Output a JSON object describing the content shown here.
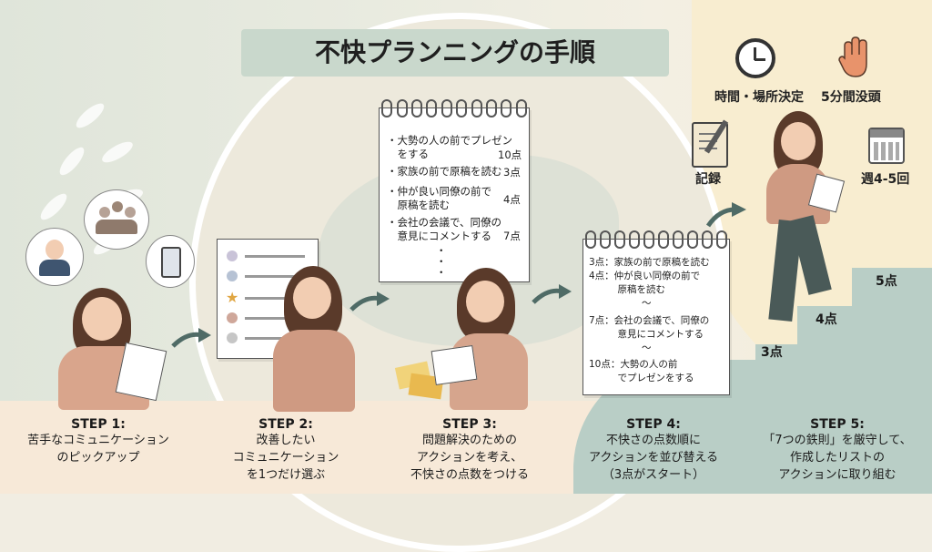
{
  "title": "不快プランニングの手順",
  "steps": [
    {
      "label": "STEP 1:",
      "text": "苦手なコミュニケーション\nのピックアップ"
    },
    {
      "label": "STEP 2:",
      "text": "改善したい\nコミュニケーション\nを1つだけ選ぶ"
    },
    {
      "label": "STEP 3:",
      "text": "問題解決のための\nアクションを考え、\n不快さの点数をつける"
    },
    {
      "label": "STEP 4:",
      "text": "不快さの点数順に\nアクションを並び替える\n（3点がスタート）"
    },
    {
      "label": "STEP 5:",
      "text": "「7つの鉄則」を厳守して、\n作成したリストの\nアクションに取り組む"
    }
  ],
  "notepad_step3": {
    "items": [
      {
        "text": "・大勢の人の前でプレゼン\n　をする",
        "score": "10点"
      },
      {
        "text": "・家族の前で原稿を読む",
        "score": "3点"
      },
      {
        "text": "・仲が良い同僚の前で\n　原稿を読む",
        "score": "4点"
      },
      {
        "text": "・会社の会議で、同僚の\n　意見にコメントする",
        "score": "7点"
      }
    ],
    "ellipsis": "・\n・\n・"
  },
  "notepad_step4": {
    "lines": [
      "3点：家族の前で原稿を読む",
      "4点：仲が良い同僚の前で\n　　　原稿を読む",
      "〜",
      "7点：会社の会議で、同僚の\n　　　意見にコメントする",
      "〜",
      "10点：大勢の人の前\n　　　でプレゼンをする"
    ]
  },
  "stairs": [
    "3点",
    "4点",
    "5点"
  ],
  "rules_icons": [
    {
      "icon": "clock-icon",
      "label": "時間・場所決定"
    },
    {
      "icon": "hand-icon",
      "label": "5分間没頭"
    },
    {
      "icon": "notebook-pen-icon",
      "label": "記録"
    },
    {
      "icon": "calendar-icon",
      "label": "週4-5回"
    }
  ],
  "colors": {
    "title_band": "#c9d8cc",
    "arrow": "#4f6b66",
    "stairs": "#b9cec6",
    "hill": "#f8edd0"
  }
}
